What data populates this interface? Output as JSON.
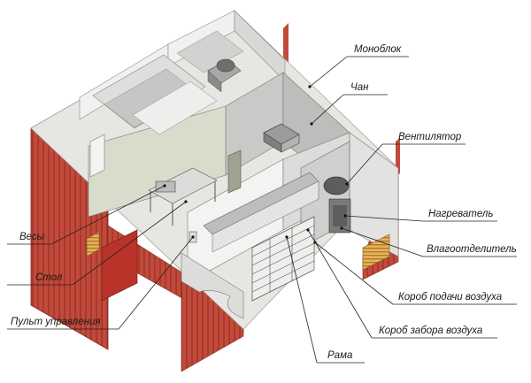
{
  "labels": {
    "monoblok": "Моноблок",
    "chan": "Чан",
    "ventilyator": "Вентилятор",
    "nagrevatel": "Нагреватель",
    "vlagootdelitel": "Влагоотделитель",
    "korob_podachi": "Короб подачи воздуха",
    "korob_zabora": "Короб забора воздуха",
    "rama": "Рама",
    "vesy": "Весы",
    "stol": "Стол",
    "pult": "Пульт управления"
  },
  "colors": {
    "container_red": "#c24a3b",
    "container_dark": "#8f2e22",
    "floor": "#e8e6e2",
    "wall_light": "#f3f3f1",
    "wall_grey": "#c9c9c7",
    "wall_olive": "#d8dccb",
    "door_red": "#b8332a"
  }
}
